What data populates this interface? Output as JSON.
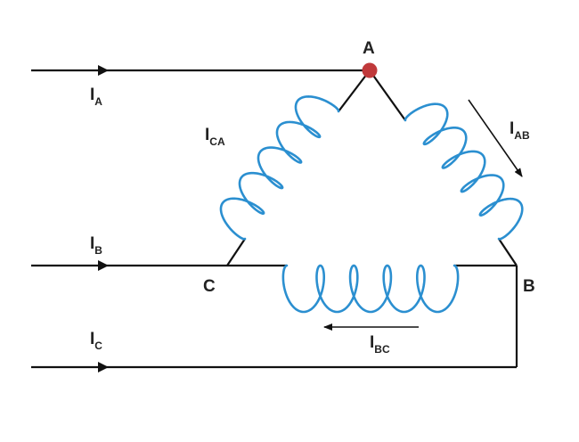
{
  "colors": {
    "wire": "#111111",
    "coil": "#2b8fd0",
    "node_a": "#c0393b",
    "text": "#222222"
  },
  "nodes": {
    "a": "A",
    "b": "B",
    "c": "C"
  },
  "currents": {
    "ia": {
      "main": "I",
      "sub": "A"
    },
    "ib": {
      "main": "I",
      "sub": "B"
    },
    "ic": {
      "main": "I",
      "sub": "C"
    },
    "iab": {
      "main": "I",
      "sub": "AB"
    },
    "ica": {
      "main": "I",
      "sub": "CA"
    },
    "ibc": {
      "main": "I",
      "sub": "BC"
    }
  }
}
